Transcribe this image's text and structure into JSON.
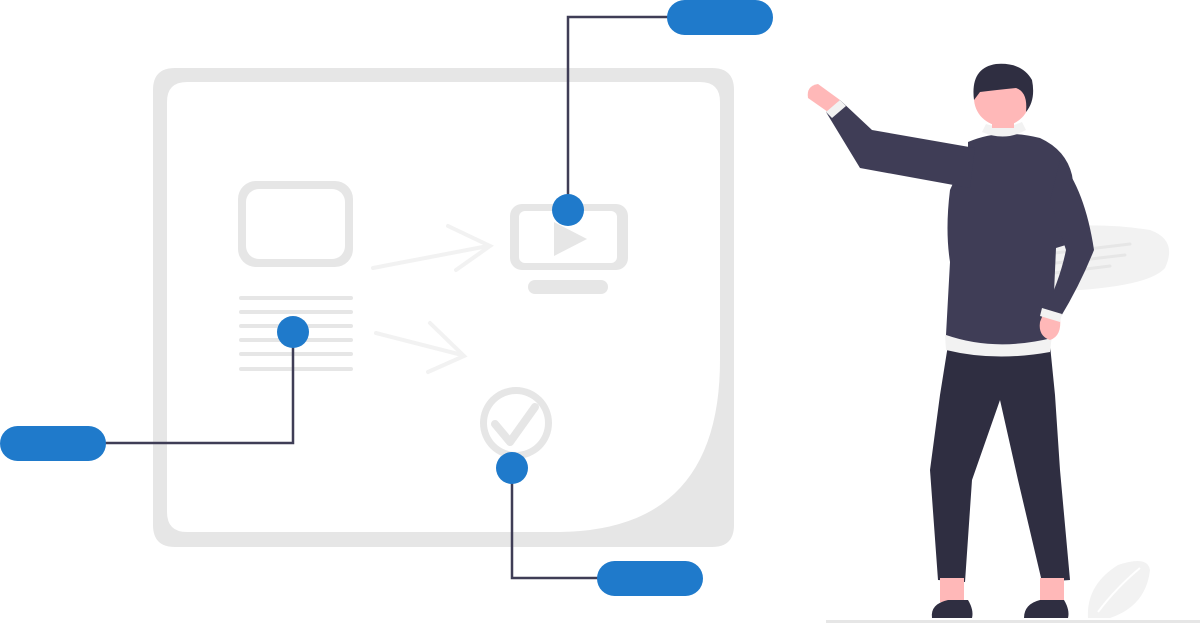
{
  "colors": {
    "accent": "#1f7acb",
    "connector": "#3f3d56",
    "panel": "#e6e6e6",
    "panel_inner": "#ffffff",
    "skin": "#ffb8b8",
    "shirt": "#3f3d56",
    "pants": "#2f2e41",
    "hair": "#2f2e41",
    "collar": "#f2f2f2",
    "ground": "#e6e6e6",
    "leaf": "#f2f2f2"
  },
  "callouts": [
    {
      "name": "callout-top-right",
      "target": "video-icon"
    },
    {
      "name": "callout-left",
      "target": "text-lines"
    },
    {
      "name": "callout-bottom",
      "target": "check-circle-icon"
    }
  ],
  "icons": [
    "image-placeholder-icon",
    "video-play-icon",
    "check-circle-icon",
    "arrow-right-icon",
    "speech-bubble-icon",
    "leaf-icon"
  ]
}
